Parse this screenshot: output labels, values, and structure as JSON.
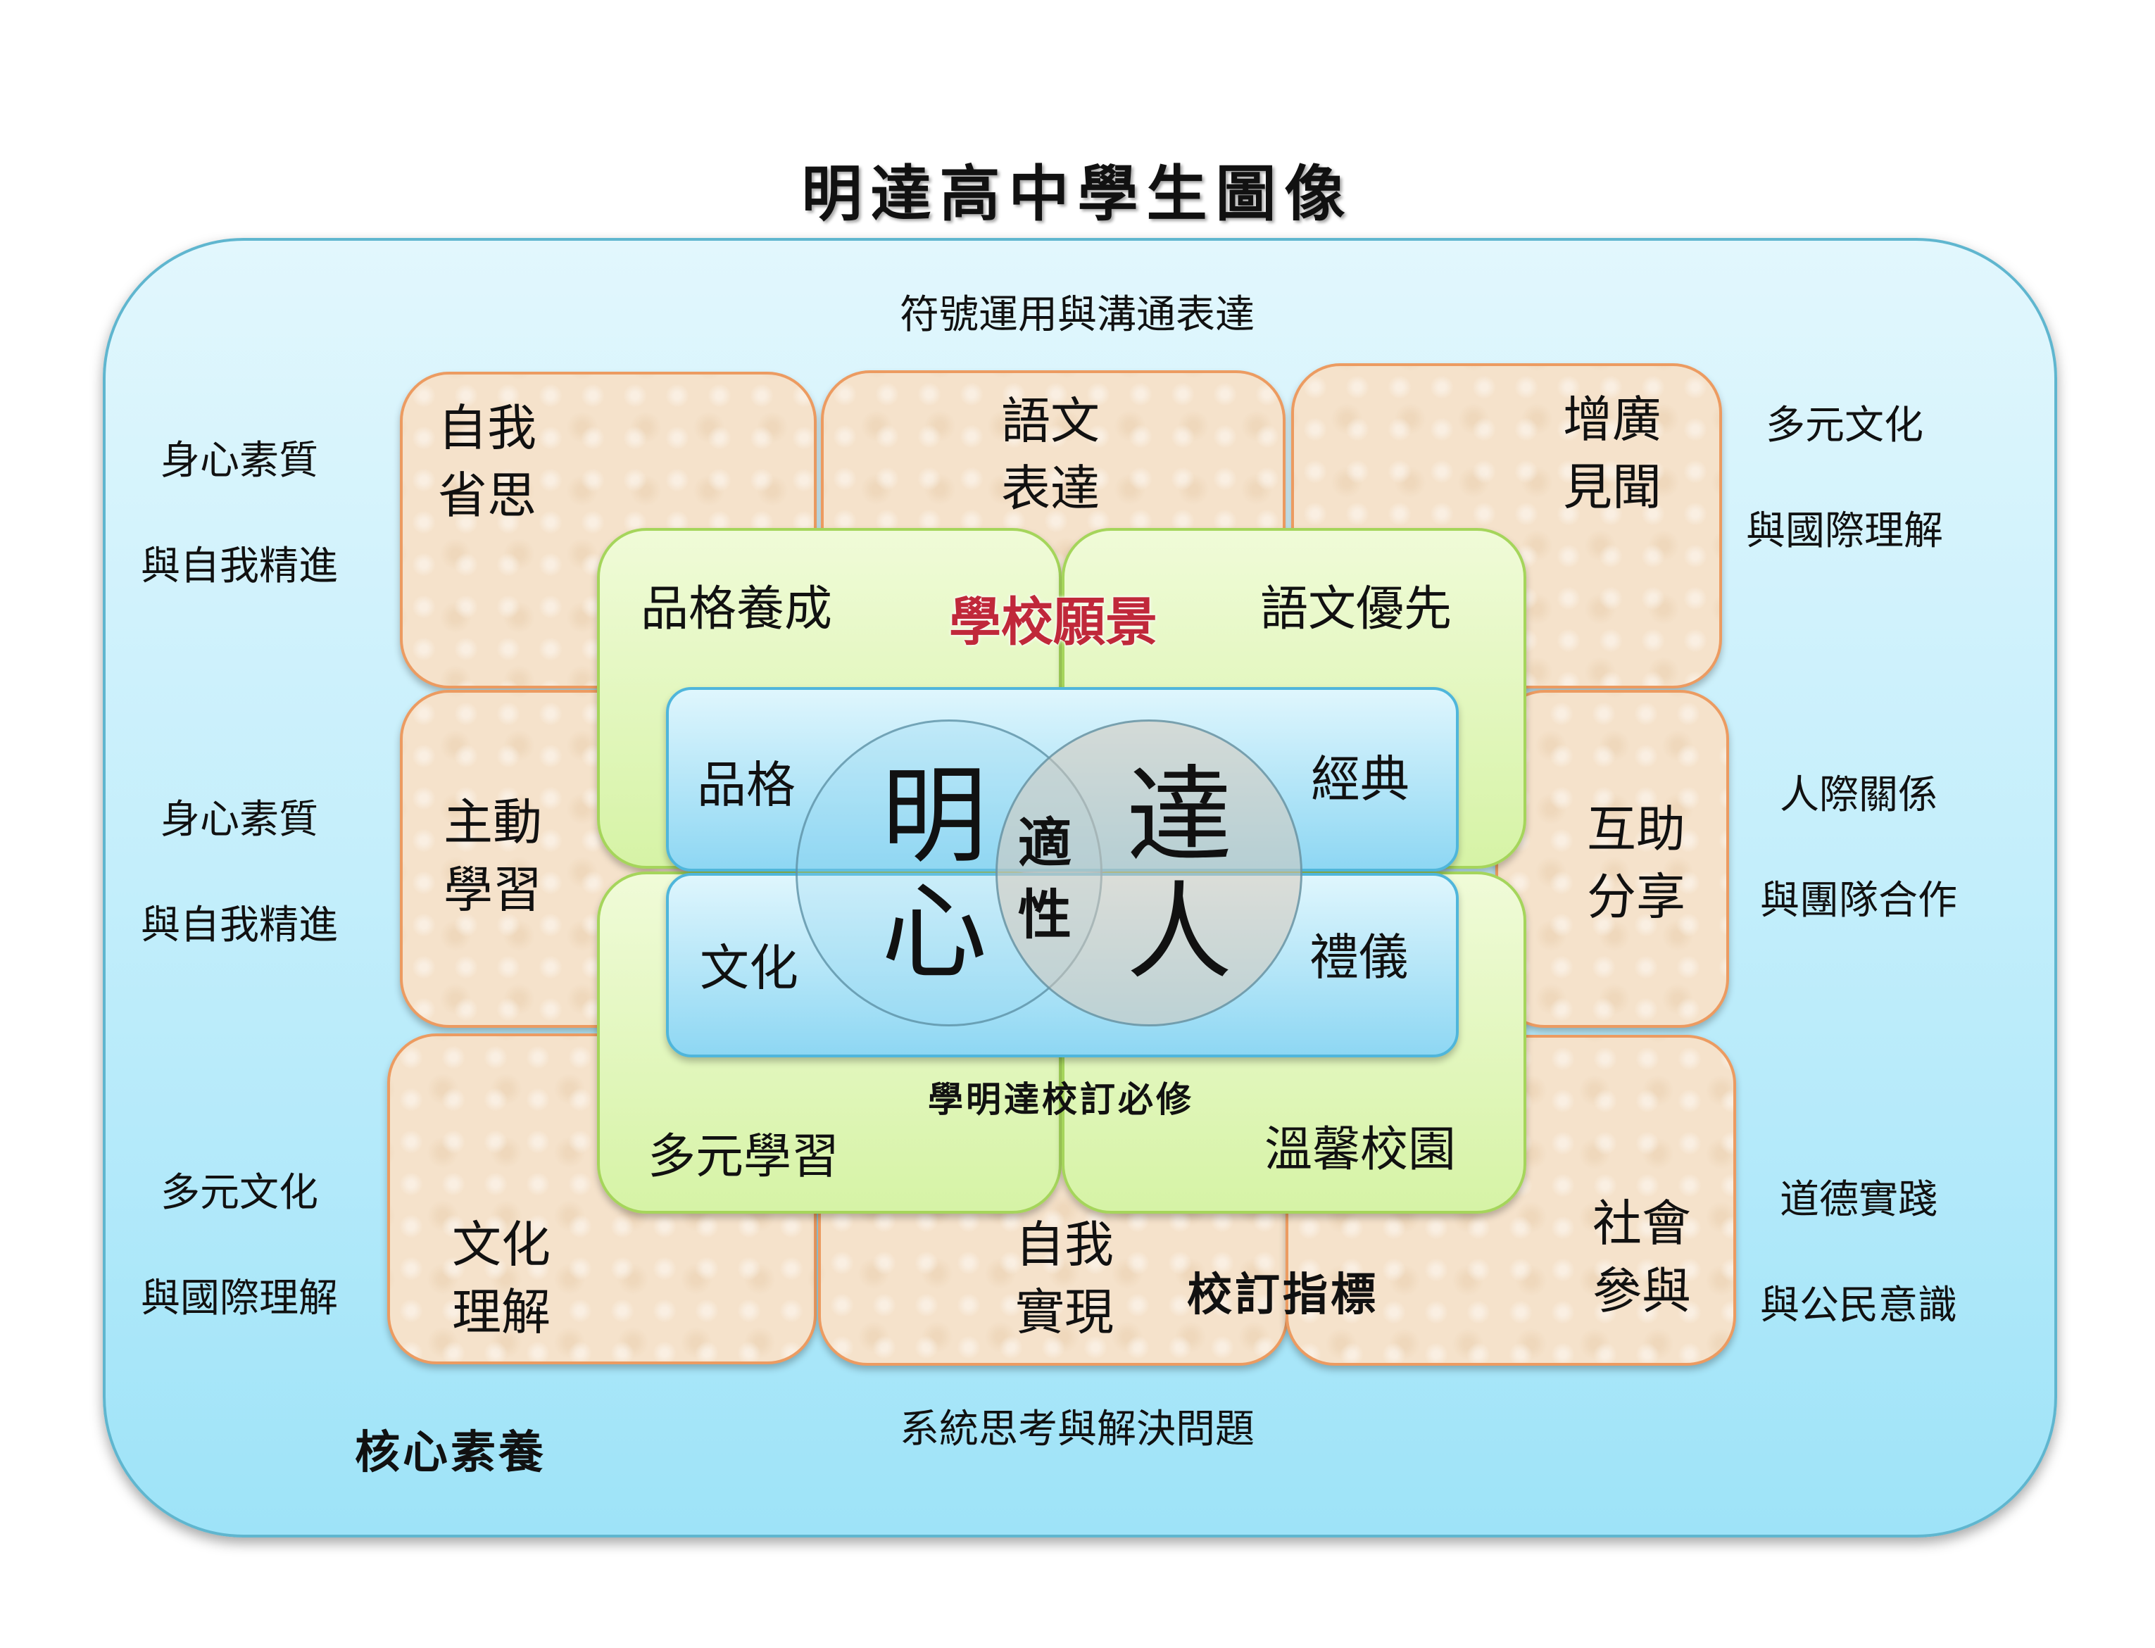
{
  "title": "明達高中學生圖像",
  "core": {
    "top": "符號運用與溝通表達",
    "bottom": "系統思考與解決問題",
    "label": "核心素養",
    "left": [
      {
        "line1": "身心素質",
        "line2": "與自我精進"
      },
      {
        "line1": "身心素質",
        "line2": "與自我精進"
      },
      {
        "line1": "多元文化",
        "line2": "與國際理解"
      }
    ],
    "right": [
      {
        "line1": "多元文化",
        "line2": "與國際理解"
      },
      {
        "line1": "人際關係",
        "line2": "與團隊合作"
      },
      {
        "line1": "道德實踐",
        "line2": "與公民意識"
      }
    ]
  },
  "indicators": {
    "label": "校訂指標",
    "tiles": [
      {
        "line1": "自我",
        "line2": "省思"
      },
      {
        "line1": "語文",
        "line2": "表達"
      },
      {
        "line1": "增廣",
        "line2": "見聞"
      },
      {
        "line1": "主動",
        "line2": "學習"
      },
      {
        "line1": "互助",
        "line2": "分享"
      },
      {
        "line1": "文化",
        "line2": "理解"
      },
      {
        "line1": "自我",
        "line2": "實現"
      },
      {
        "line1": "社會",
        "line2": "參與"
      }
    ]
  },
  "vision": {
    "label": "學校願景",
    "items": [
      "品格養成",
      "語文優先",
      "多元學習",
      "溫馨校園"
    ]
  },
  "required": {
    "label": "學明達校訂必修",
    "items": [
      "品格",
      "經典",
      "文化",
      "禮儀"
    ]
  },
  "center": {
    "left_top": "明",
    "left_bottom": "心",
    "right_top": "達",
    "right_bottom": "人",
    "overlap_top": "適",
    "overlap_bottom": "性"
  },
  "colors": {
    "outer_fill": "#c3eefb",
    "tile_fill": "#f5e2cb",
    "tile_border": "#ec9b61",
    "green_fill": "#d6f3a6",
    "blue_fill": "#8ed7f3",
    "vision_text": "#c0283a"
  }
}
